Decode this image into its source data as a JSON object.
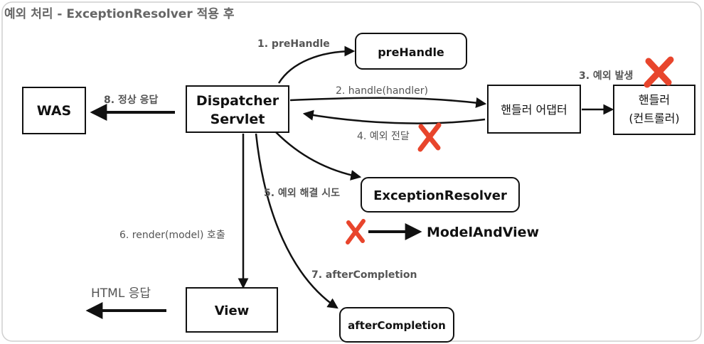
{
  "title": "예외 처리 - ExceptionResolver 적용 후",
  "nodes": {
    "was": "WAS",
    "dispatcher_line1": "Dispatcher",
    "dispatcher_line2": "Servlet",
    "prehandle": "preHandle",
    "handler_adapter": "핸들러 어댑터",
    "handler_line1": "핸들러",
    "handler_line2": "(컨트롤러)",
    "exception_resolver": "ExceptionResolver",
    "model_and_view": "ModelAndView",
    "view": "View",
    "after_completion": "afterCompletion"
  },
  "edges": {
    "step1": "1. preHandle",
    "step2": "2. handle(handler)",
    "step3": "3. 예외 발생",
    "step4": "4. 예외 전달",
    "step5": "5. 예외 해결 시도",
    "step6": "6. render(model) 호출",
    "step7": "7. afterCompletion",
    "step8": "8. 정상 응답",
    "html_response": "HTML 응답"
  },
  "colors": {
    "cross": "#e8452c",
    "stroke": "#111111",
    "label": "#555555"
  }
}
